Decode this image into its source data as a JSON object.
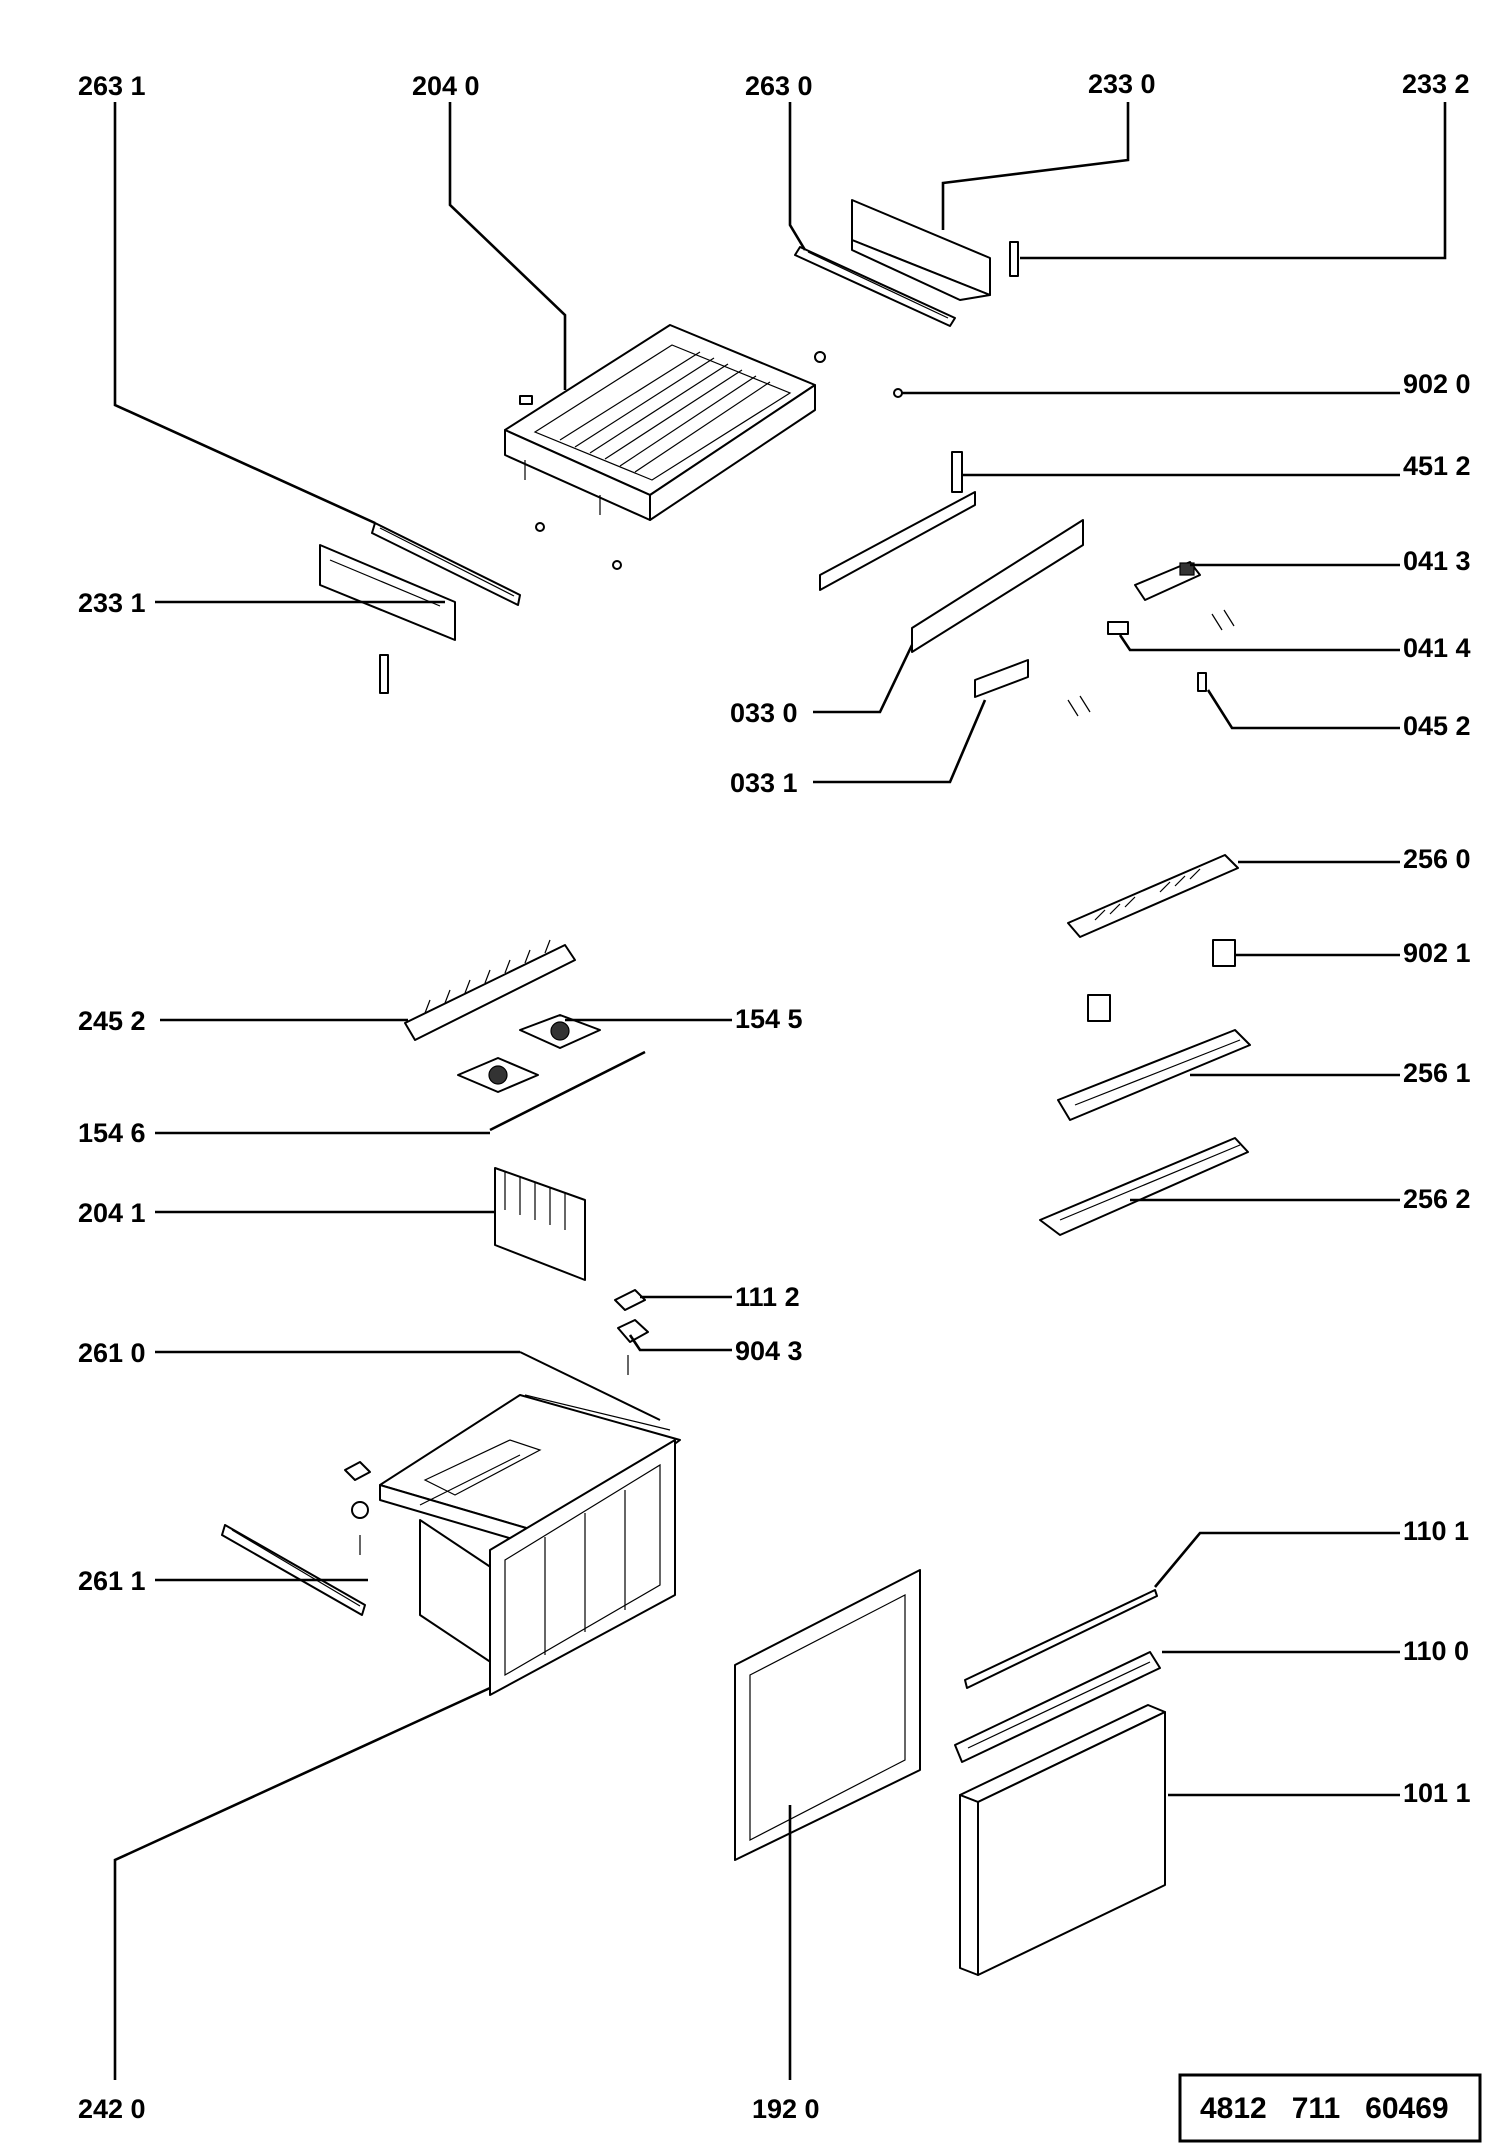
{
  "labels": {
    "p2631": "263 1",
    "p2040": "204 0",
    "p2630": "263 0",
    "p2330": "233 0",
    "p2332": "233 2",
    "p9020": "902 0",
    "p4512": "451 2",
    "p2331": "233 1",
    "p0413": "041 3",
    "p0414": "041 4",
    "p0330": "033 0",
    "p0452": "045 2",
    "p0331": "033 1",
    "p2560": "256 0",
    "p9021": "902 1",
    "p2452": "245 2",
    "p1545": "154 5",
    "p2561": "256 1",
    "p1546": "154 6",
    "p2041": "204 1",
    "p2562": "256 2",
    "p1112": "111 2",
    "p2610": "261 0",
    "p9043": "904 3",
    "p1101": "110 1",
    "p2611": "261 1",
    "p1100": "110 0",
    "p1011": "101 1",
    "p2420": "242 0",
    "p1920": "192 0"
  },
  "document_number": "4812   711   60469"
}
